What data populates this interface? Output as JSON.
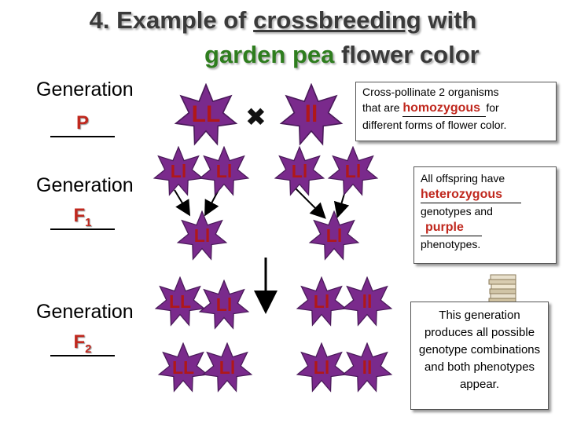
{
  "title": {
    "line1_prefix": "4. Example of ",
    "line1_underlined": "crossbreeding",
    "line1_suffix": " with",
    "line2_green": "garden pea",
    "line2_rest": " flower color"
  },
  "generations": [
    {
      "label": "Generation",
      "answer": "P",
      "sub": ""
    },
    {
      "label": "Generation",
      "answer": "F",
      "sub": "1"
    },
    {
      "label": "Generation",
      "answer": "F",
      "sub": "2"
    }
  ],
  "cross_symbol": "✖",
  "parents": [
    "LL",
    "ll"
  ],
  "gametes": [
    "Ll",
    "Ll",
    "Ll",
    "Ll"
  ],
  "f1": [
    "Ll",
    "Ll"
  ],
  "f2": [
    "LL",
    "Ll",
    "Ll",
    "ll",
    "LL",
    "Ll",
    "Ll",
    "ll"
  ],
  "note1": {
    "line1": "Cross-pollinate 2 organisms",
    "line2_prefix": "that are ",
    "fill": "homozygous",
    "line2_suffix": "for",
    "line3": "different forms of flower color."
  },
  "note2": {
    "line1": "All offspring have",
    "fill1": "heterozygous",
    "line3": "genotypes and",
    "fill2": "purple",
    "line5": "phenotypes."
  },
  "note3": {
    "text": "This generation produces all possible genotype combinations and both phenotypes appear."
  },
  "colors": {
    "star_fill": "#7a2a8c",
    "answer_red": "#c0281e",
    "title_green": "#2e7d1e"
  },
  "icons": [
    "star-icon",
    "cross-icon",
    "arrow-icon",
    "book-stack-icon"
  ]
}
